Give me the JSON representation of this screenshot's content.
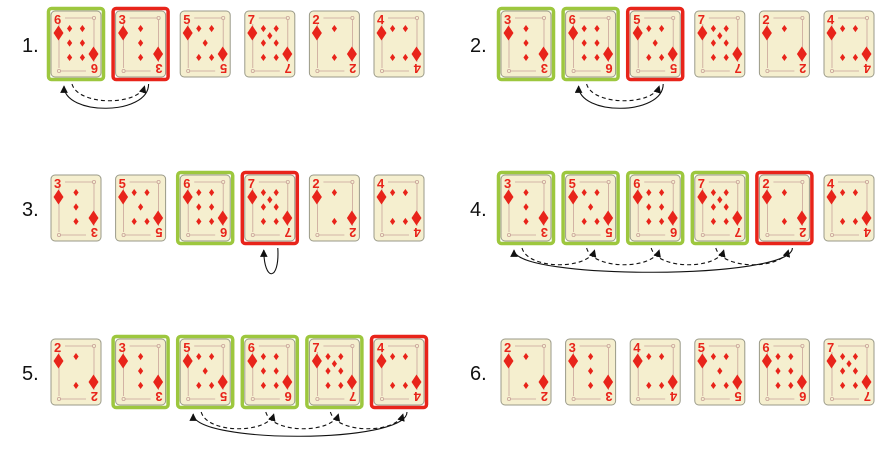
{
  "suit": "diamond-icon",
  "colors": {
    "card_face": "#f5efcf",
    "suit_red": "#e8241a",
    "sorted_border": "#9dc73e",
    "key_border": "#e8241a",
    "arrow": "#111111"
  },
  "steps": [
    {
      "label": "1.",
      "cards": [
        {
          "rank": "6",
          "mark": "sorted"
        },
        {
          "rank": "3",
          "mark": "key"
        },
        {
          "rank": "5",
          "mark": "none"
        },
        {
          "rank": "7",
          "mark": "none"
        },
        {
          "rank": "2",
          "mark": "none"
        },
        {
          "rank": "4",
          "mark": "none"
        }
      ],
      "shifts": [
        {
          "from": 0,
          "to": 1
        }
      ],
      "insert": {
        "from": 1,
        "to": 0
      }
    },
    {
      "label": "2.",
      "cards": [
        {
          "rank": "3",
          "mark": "sorted"
        },
        {
          "rank": "6",
          "mark": "sorted"
        },
        {
          "rank": "5",
          "mark": "key"
        },
        {
          "rank": "7",
          "mark": "none"
        },
        {
          "rank": "2",
          "mark": "none"
        },
        {
          "rank": "4",
          "mark": "none"
        }
      ],
      "shifts": [
        {
          "from": 1,
          "to": 2
        }
      ],
      "insert": {
        "from": 2,
        "to": 1
      }
    },
    {
      "label": "3.",
      "cards": [
        {
          "rank": "3",
          "mark": "none"
        },
        {
          "rank": "5",
          "mark": "none"
        },
        {
          "rank": "6",
          "mark": "sorted"
        },
        {
          "rank": "7",
          "mark": "key"
        },
        {
          "rank": "2",
          "mark": "none"
        },
        {
          "rank": "4",
          "mark": "none"
        }
      ],
      "shifts": [],
      "insert": {
        "from": 3,
        "to": 3
      }
    },
    {
      "label": "4.",
      "cards": [
        {
          "rank": "3",
          "mark": "sorted"
        },
        {
          "rank": "5",
          "mark": "sorted"
        },
        {
          "rank": "6",
          "mark": "sorted"
        },
        {
          "rank": "7",
          "mark": "sorted"
        },
        {
          "rank": "2",
          "mark": "key"
        },
        {
          "rank": "4",
          "mark": "none"
        }
      ],
      "shifts": [
        {
          "from": 0,
          "to": 1
        },
        {
          "from": 1,
          "to": 2
        },
        {
          "from": 2,
          "to": 3
        },
        {
          "from": 3,
          "to": 4
        }
      ],
      "insert": {
        "from": 4,
        "to": 0
      }
    },
    {
      "label": "5.",
      "cards": [
        {
          "rank": "2",
          "mark": "none"
        },
        {
          "rank": "3",
          "mark": "sorted"
        },
        {
          "rank": "5",
          "mark": "sorted"
        },
        {
          "rank": "6",
          "mark": "sorted"
        },
        {
          "rank": "7",
          "mark": "sorted"
        },
        {
          "rank": "4",
          "mark": "key"
        }
      ],
      "shifts": [
        {
          "from": 2,
          "to": 3
        },
        {
          "from": 3,
          "to": 4
        },
        {
          "from": 4,
          "to": 5
        }
      ],
      "insert": {
        "from": 5,
        "to": 2
      }
    },
    {
      "label": "6.",
      "cards": [
        {
          "rank": "2",
          "mark": "none"
        },
        {
          "rank": "3",
          "mark": "none"
        },
        {
          "rank": "4",
          "mark": "none"
        },
        {
          "rank": "5",
          "mark": "none"
        },
        {
          "rank": "6",
          "mark": "none"
        },
        {
          "rank": "7",
          "mark": "none"
        }
      ],
      "shifts": [],
      "insert": null
    }
  ]
}
